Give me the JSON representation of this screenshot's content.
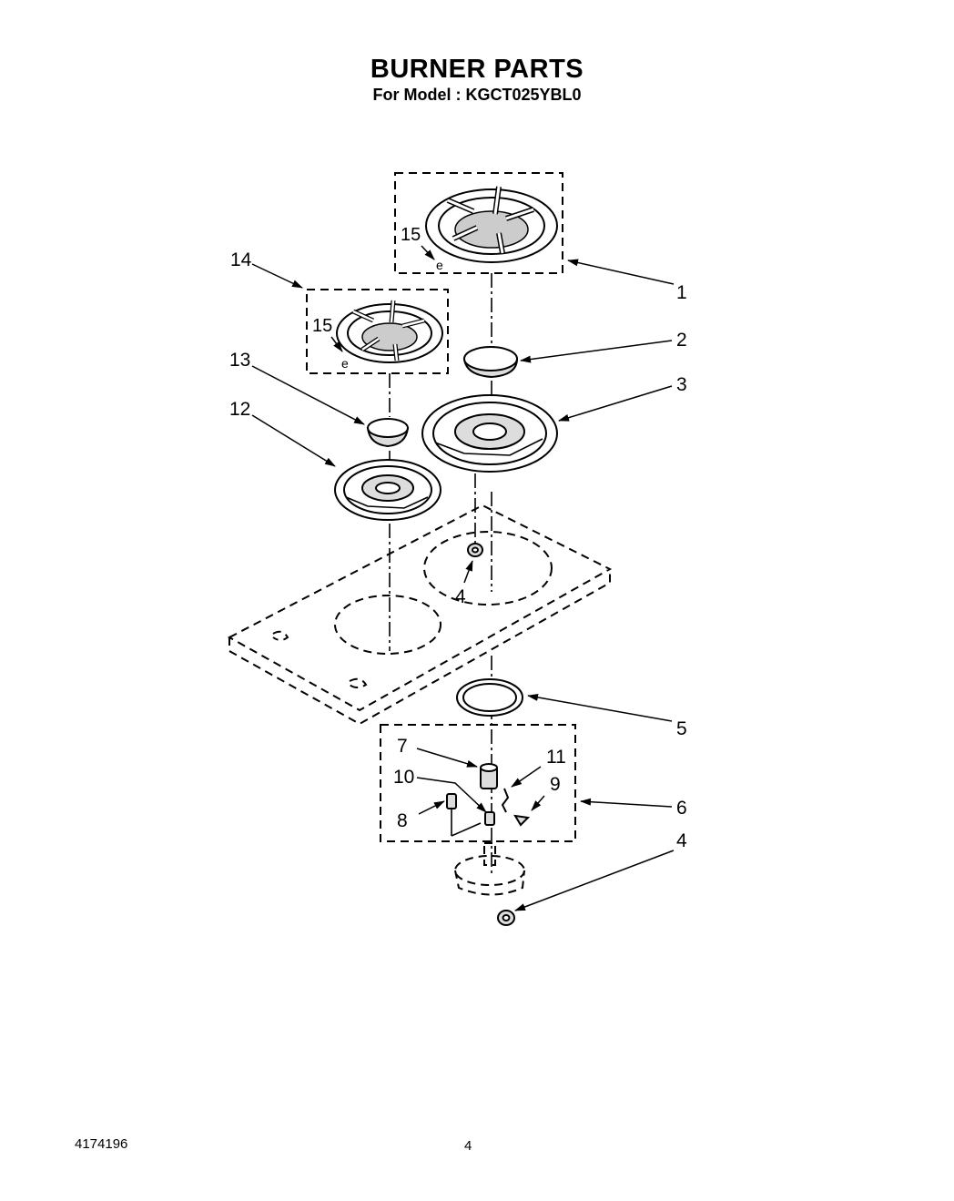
{
  "header": {
    "title": "BURNER PARTS",
    "subtitle": "For Model : KGCT025YBL0"
  },
  "footer": {
    "doc_number": "4174196",
    "page_number": "4"
  },
  "callouts": {
    "c1": "1",
    "c2": "2",
    "c3": "3",
    "c4_top": "4",
    "c4_bottom": "4",
    "c5": "5",
    "c6": "6",
    "c7": "7",
    "c8": "8",
    "c9": "9",
    "c10": "10",
    "c11": "11",
    "c12": "12",
    "c13": "13",
    "c14": "14",
    "c15_large": "15",
    "c15_small": "15"
  }
}
